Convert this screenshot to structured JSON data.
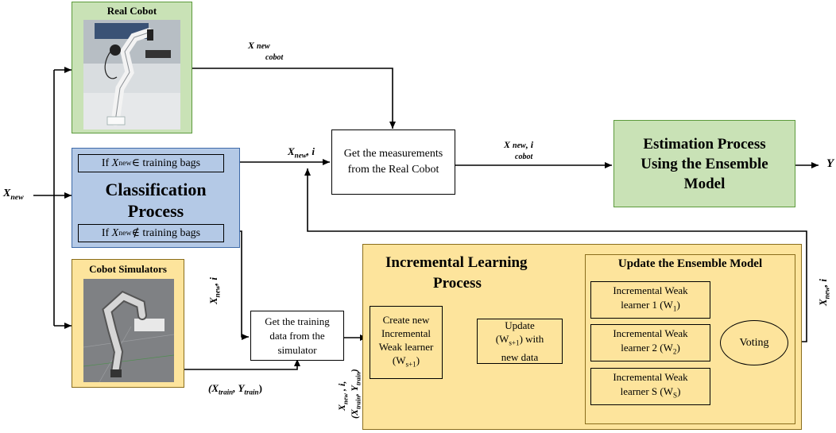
{
  "input_label": "X",
  "input_label_sub": "new",
  "output_label": "Y",
  "real_cobot": {
    "title": "Real Cobot"
  },
  "classification": {
    "title_line1": "Classification",
    "title_line2": "Process",
    "cond_in_prefix": "If ",
    "cond_in_var": "X",
    "cond_in_sub": "new",
    "cond_in_suffix": " ∈ training bags",
    "cond_out_prefix": "If ",
    "cond_out_var": "X",
    "cond_out_sub": "new",
    "cond_out_suffix": " ∉ training bags"
  },
  "simulators": {
    "title": "Cobot Simulators"
  },
  "measure_box": {
    "line1": "Get the measurements",
    "line2": "from the Real Cobot"
  },
  "estimation_box": {
    "line1": "Estimation Process",
    "line2": "Using the Ensemble",
    "line3": "Model"
  },
  "training_box": {
    "line1": "Get the training",
    "line2": "data  from the",
    "line3": "simulator"
  },
  "incremental": {
    "title_line1": "Incremental Learning",
    "title_line2": "Process",
    "create_line1": "Create new",
    "create_line2": "Incremental",
    "create_line3": "Weak learner",
    "create_line4": "(W",
    "create_sub": "s+1",
    "create_close": ")",
    "update_line1": "Update",
    "update_line2": "(W",
    "update_sub": "s+1",
    "update_line2b": ") with",
    "update_line3": "new data"
  },
  "ensemble": {
    "title": "Update the Ensemble Model",
    "learners": [
      {
        "line1": "Incremental Weak",
        "line2": "learner 1 (W",
        "sub": "1",
        "close": ")"
      },
      {
        "line1": "Incremental Weak",
        "line2": "learner 2 (W",
        "sub": "2",
        "close": ")"
      },
      {
        "line1": "Incremental Weak",
        "line2": "learner S (W",
        "sub": "S",
        "close": ")"
      }
    ],
    "voting": "Voting"
  },
  "edge_labels": {
    "x_new_cobot": {
      "var": "X",
      "sup": "new",
      "sub": "cobot"
    },
    "x_new_i_left": {
      "var": "X",
      "sub": "new",
      "suffix": ", i"
    },
    "x_new_cobot_i": {
      "var": "X",
      "sup": "new",
      "sub": "cobot",
      "suffix": ", i"
    },
    "x_new_i_sim": {
      "var": "X",
      "sub": "new",
      "suffix": ", i"
    },
    "xy_train": {
      "text1": "(X",
      "sub1": "train",
      "text2": ", Y",
      "sub2": "train",
      "text3": ")"
    },
    "x_new_i_train_l1": {
      "var": "X",
      "sub": "new",
      "suffix": " , i,"
    },
    "x_new_i_train_l2": {
      "text1": "(X",
      "sub1": "train",
      "text2": ", Y",
      "sub2": "train",
      "text3": ")"
    },
    "x_new_i_right": {
      "var": "X",
      "sub": "new",
      "suffix": ", i"
    }
  },
  "colors": {
    "green_fill": "#c9e2b6",
    "green_border": "#5c9a3c",
    "blue_fill": "#b4c9e6",
    "blue_border": "#3e6aa8",
    "yellow_fill": "#fde49c",
    "yellow_border": "#8a6d1c",
    "red_arrow": "#e00000"
  }
}
